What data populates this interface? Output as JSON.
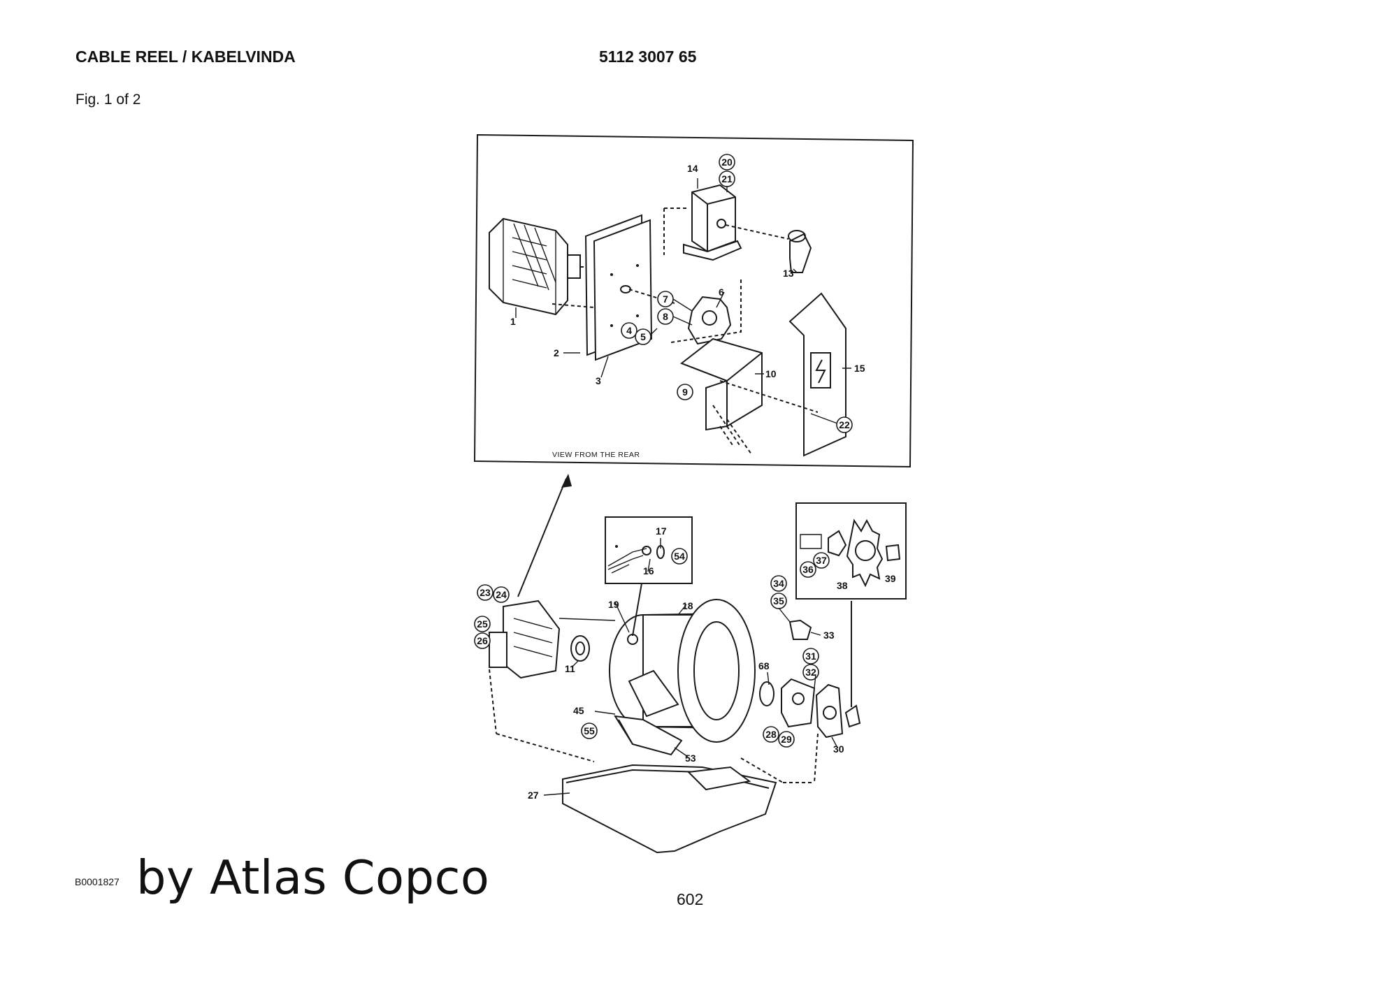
{
  "header": {
    "title": "CABLE REEL / KABELVINDA",
    "part_number": "5112 3007 65",
    "figure": "Fig. 1 of 2"
  },
  "footer": {
    "code": "B0001827",
    "brand": "by Atlas Copco",
    "page": "602"
  },
  "drawing": {
    "inset_note": "VIEW FROM THE REAR",
    "labels": [
      "1",
      "2",
      "3",
      "4",
      "5",
      "6",
      "7",
      "8",
      "9",
      "10",
      "13",
      "14",
      "15",
      "20",
      "21",
      "22",
      "16",
      "17",
      "54",
      "19",
      "18",
      "23",
      "24",
      "25",
      "26",
      "11",
      "45",
      "55",
      "53",
      "27",
      "34",
      "35",
      "33",
      "31",
      "32",
      "68",
      "28",
      "29",
      "30",
      "36",
      "37",
      "38",
      "39"
    ]
  }
}
